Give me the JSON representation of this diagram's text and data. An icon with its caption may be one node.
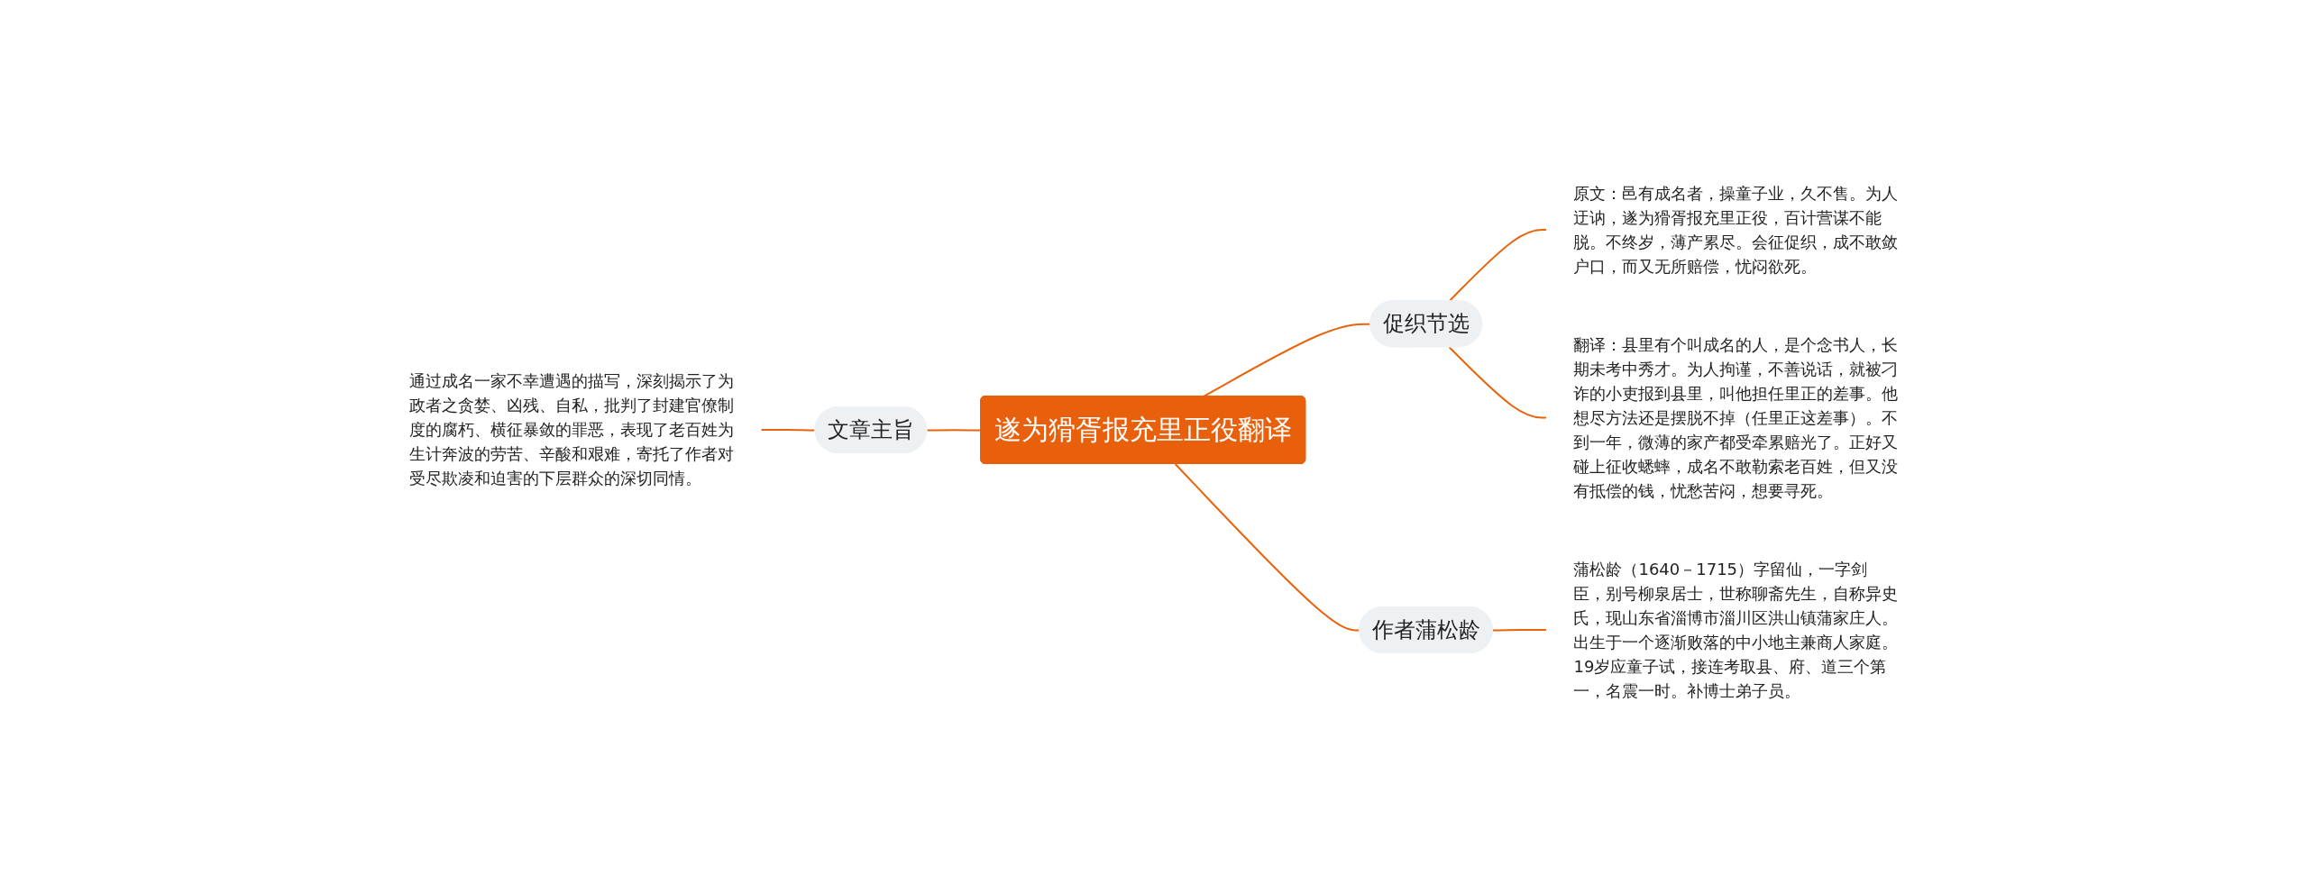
{
  "diagram": {
    "nodes": [
      {
        "text": [
          "遂为猾胥报充里正役翻译"
        ]
      },
      {
        "text": [
          "促织节选"
        ]
      },
      {
        "text": [
          "原文：邑有成名者，操童子业，久不售。为人迂讷，遂为猾胥报充里正役，百计营谋不能脱。不终岁，薄产累尽。会征促织，成不敢敛户口，而又无所赔偿，忧闷欲死。"
        ]
      },
      {
        "text": [
          "翻译：县里有个叫成名的人，是个念书人，长期未考中秀才。为人拘谨，不善说话，就被刁诈的小吏报到县里，叫他担任里正的差事。他想尽方法还是摆脱不掉（任里正这差事）。不到一年，微薄的家产都受牵累赔光了。正好又碰上征收蟋蟀，成名不敢勒索老百姓，但又没有抵偿的钱，忧愁苦闷，想要寻死。"
        ]
      },
      {
        "text": [
          "作者蒲松龄"
        ]
      },
      {
        "text": [
          "蒲松龄（1640－1715）字留仙，一字剑臣，别号柳泉居士，世称聊斋先生，自称异史氏，现山东省淄博市淄川区洪山镇蒲家庄人。出生于一个逐渐败落的中小地主兼商人家庭。19岁应童子试，接连考取县、府、道三个第一，名震一时。补博士弟子员。"
        ]
      },
      {
        "text": [
          "文章主旨"
        ]
      },
      {
        "text": [
          "通过成名一家不幸遭遇的描写，深刻揭示了为政者之贪婪、凶残、自私，批判了封建官僚制度的腐朽、横征暴敛的罪恶，表现了老百姓为生计奔波的劳苦、辛酸和艰难，寄托了作者对受尽欺凌和迫害的下层群众的深切同情。"
        ]
      }
    ],
    "edges": [
      {
        "from": 0,
        "to": 1,
        "arrow": "none"
      },
      {
        "from": 1,
        "to": 2,
        "arrow": "none"
      },
      {
        "from": 1,
        "to": 3,
        "arrow": "none"
      },
      {
        "from": 0,
        "to": 4,
        "arrow": "none"
      },
      {
        "from": 4,
        "to": 5,
        "arrow": "none"
      },
      {
        "from": 6,
        "to": 0,
        "arrow": "none"
      },
      {
        "from": 7,
        "to": 6,
        "arrow": "none"
      }
    ]
  }
}
